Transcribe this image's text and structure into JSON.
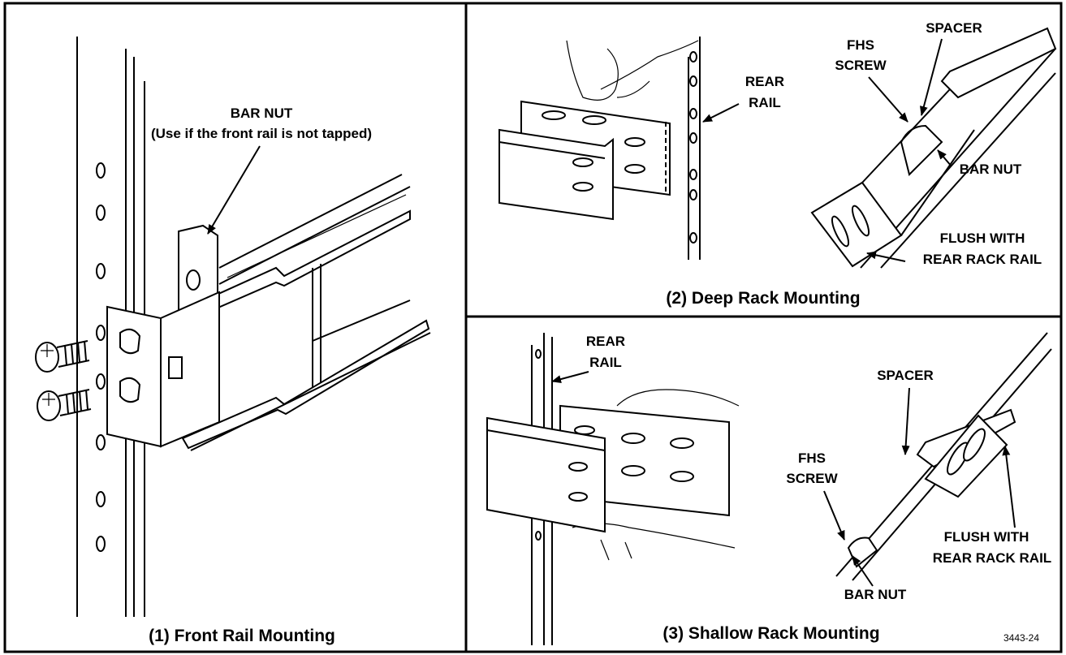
{
  "panel1": {
    "caption": "(1)  Front Rail Mounting",
    "bar_nut_label": "BAR NUT",
    "bar_nut_note": "(Use if the front rail is not tapped)"
  },
  "panel2": {
    "caption": "(2)  Deep Rack Mounting",
    "rear_rail_line1": "REAR",
    "rear_rail_line2": "RAIL",
    "fhs_line1": "FHS",
    "fhs_line2": "SCREW",
    "spacer": "SPACER",
    "bar_nut": "BAR NUT",
    "flush_line1": "FLUSH WITH",
    "flush_line2": "REAR RACK RAIL"
  },
  "panel3": {
    "caption": "(3)  Shallow Rack Mounting",
    "rear_rail_line1": "REAR",
    "rear_rail_line2": "RAIL",
    "spacer": "SPACER",
    "fhs_line1": "FHS",
    "fhs_line2": "SCREW",
    "flush_line1": "FLUSH WITH",
    "flush_line2": "REAR RACK RAIL",
    "bar_nut": "BAR NUT"
  },
  "figure_number": "3443-24"
}
